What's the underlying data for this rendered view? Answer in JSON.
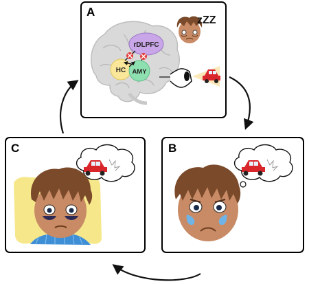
{
  "panels": {
    "a": {
      "letter": "A"
    },
    "b": {
      "letter": "B"
    },
    "c": {
      "letter": "C"
    }
  },
  "brain_regions": {
    "rdlpfc": {
      "label": "rDLPFC",
      "color": "#c9a6e8"
    },
    "hc": {
      "label": "HC",
      "color": "#fbe79a"
    },
    "amy": {
      "label": "AMY",
      "color": "#8fe0b0"
    }
  },
  "sleep_symbol": "zZZ",
  "colors": {
    "panel_border": "#000000",
    "skin": "#c88b66",
    "hair": "#7a4a2a",
    "car": "#d8262a",
    "tear": "#6fb4e6",
    "pillow": "#f6e88a",
    "shirt": "#3f8fd6",
    "inhibit_marker": "#e23a3a",
    "light_cone": "#fbe8b8"
  },
  "icons": {
    "brain": "brain-icon",
    "eye": "eye-icon",
    "car": "car-icon",
    "thought": "thought-bubble-icon",
    "face": "face-icon",
    "cycle_arrow": "cycle-arrow-icon"
  }
}
